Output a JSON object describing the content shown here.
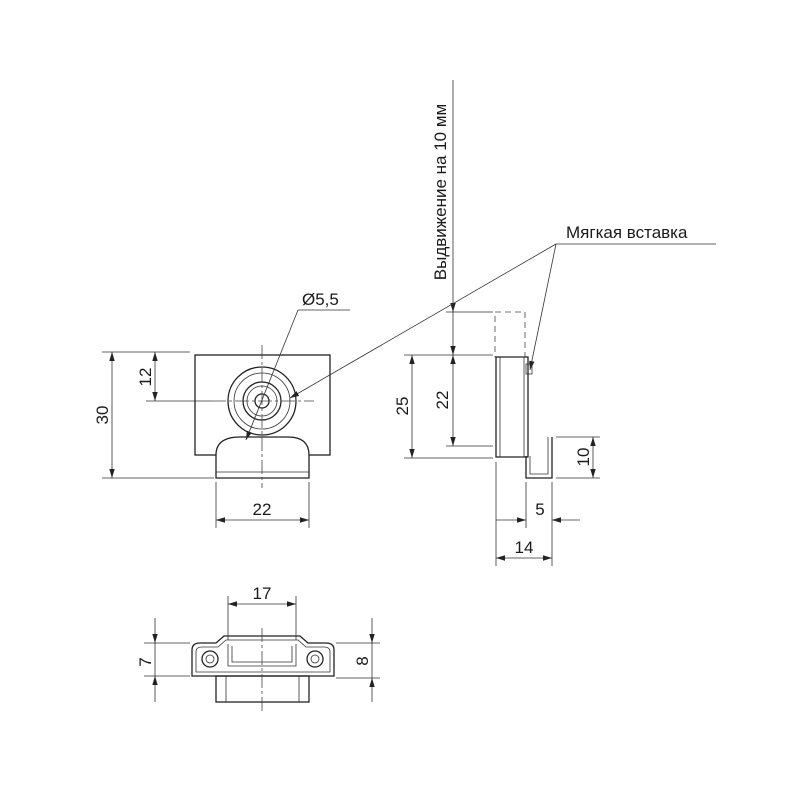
{
  "labels": {
    "diameter": "Ø5,5",
    "soft_insert": "Мягкая вставка",
    "travel": "Выдвижение на 10 мм"
  },
  "dimensions": {
    "front_height": "30",
    "front_hole_height": "12",
    "front_width": "22",
    "side_total": "25",
    "side_body": "22",
    "side_hook": "10",
    "side_hook_width": "5",
    "side_depth": "14",
    "top_width": "17",
    "top_left_height": "7",
    "top_right_height": "8"
  }
}
